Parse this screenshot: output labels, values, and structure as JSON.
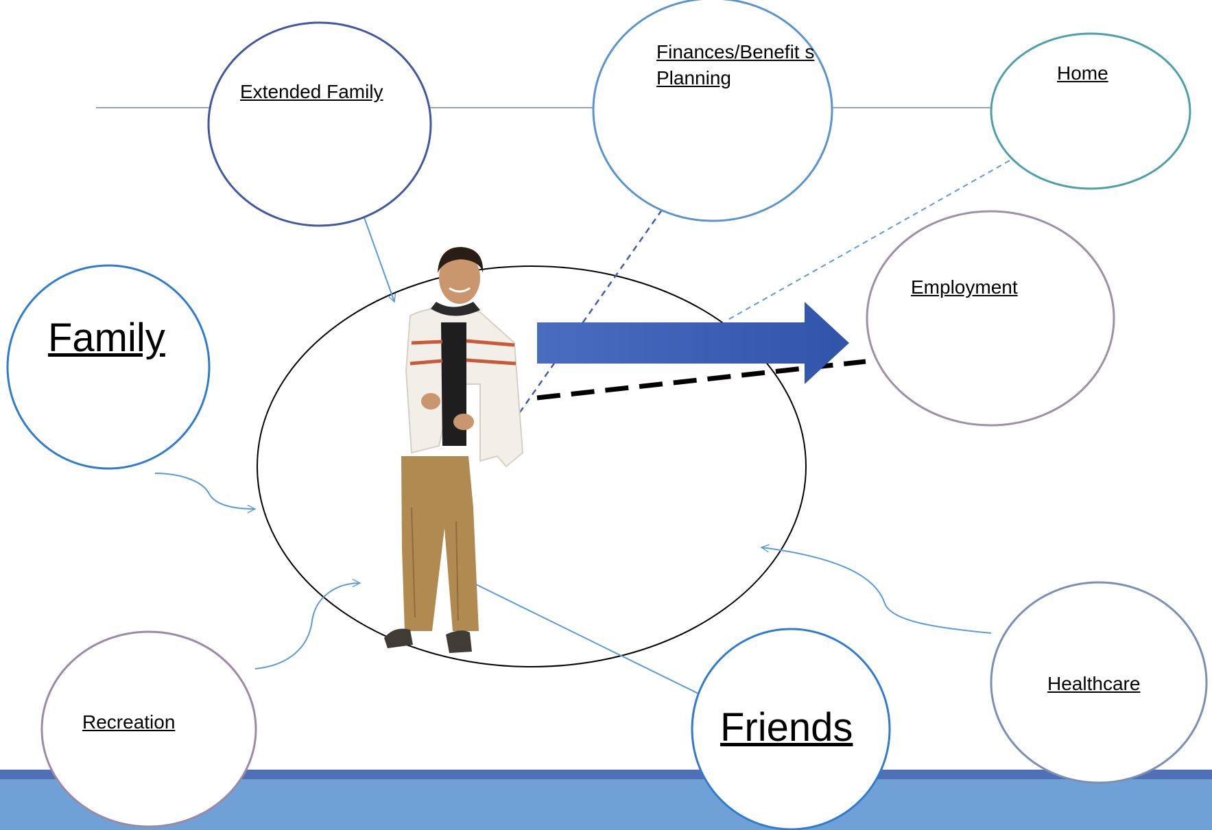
{
  "nodes": {
    "extended_family": {
      "label": "Extended Family"
    },
    "finances": {
      "label": "Finances/Benefit s Planning"
    },
    "home": {
      "label": "Home"
    },
    "employment": {
      "label": "Employment"
    },
    "family": {
      "label": "Family"
    },
    "recreation": {
      "label": "Recreation"
    },
    "friends": {
      "label": "Friends"
    },
    "healthcare": {
      "label": "Healthcare"
    }
  },
  "colors": {
    "band_dark": "#4f6fb7",
    "band_light": "#6fa0d6",
    "arrow": "#3a5bb0",
    "connector": "#5a9ad6",
    "center_ring": "#000000"
  },
  "icons": {
    "person": "person-illustration-icon"
  }
}
